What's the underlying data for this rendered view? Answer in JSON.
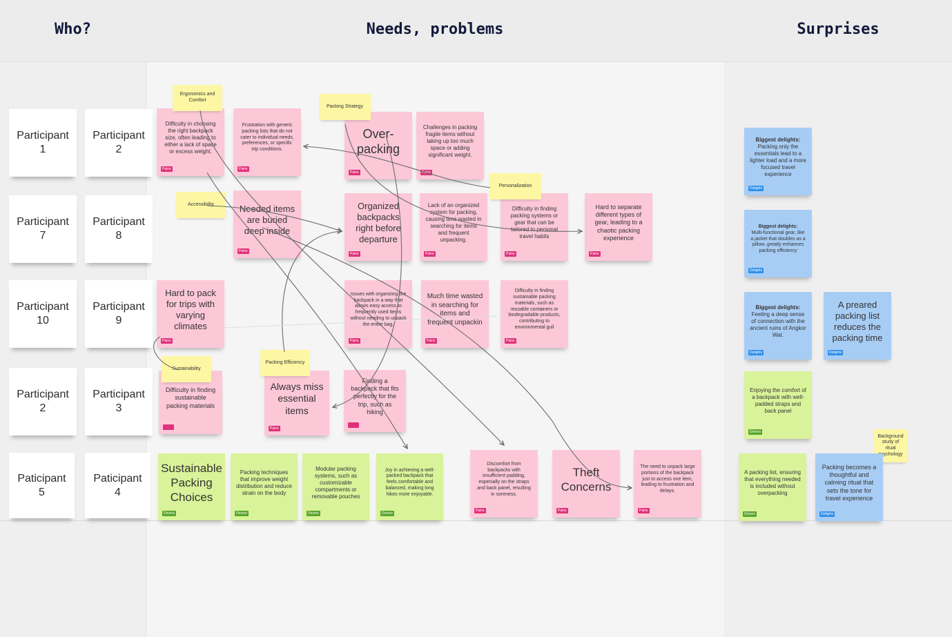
{
  "columns": {
    "who": "Who?",
    "needs": "Needs, problems",
    "surprises": "Surprises"
  },
  "colors": {
    "pink_note": "#fcc8d8",
    "green_note": "#d9f39a",
    "blue_note": "#a8cdf5",
    "yellow_label": "#fdf7a4",
    "pains_tag": "#e0317a",
    "drivers_tag": "#59a52c",
    "delights_tag": "#2f8fe8"
  },
  "tags": {
    "pains": "Pains",
    "drivers": "Drivers",
    "delights": "Delights"
  },
  "participants": [
    "Participant 1",
    "Participant 2",
    "Participant 7",
    "Participant 8",
    "Participant 10",
    "Participant 9",
    "Participant 2",
    "Participant 3",
    "Paticipant 5",
    "Paticipant 4"
  ],
  "labels": {
    "ergonomics": "Ergonomics and Comfort",
    "packing_strategy": "Packing Strategy",
    "personalization": "Personalization",
    "accessibility": "Accessibility",
    "packing_efficiency": "Packing Efficiency",
    "sustainability": "Sustainability",
    "ritual": "Background study of ritual psychology"
  },
  "needs": {
    "n1": "Difficulty in choosing the right backpack size, often leading to either a lack of space or excess weight.",
    "n2": "Frustration with generic packing lists that do not cater to individual needs, preferences, or specific trip conditions.",
    "n3": "Over-packing",
    "n4": "Challenges in packing fragile items without taking up too much space or adding significant weight.",
    "n5": "Needed items are buried deep inside",
    "n6": "Organized backpacks right before departure",
    "n7": "Lack of an organized system for packing, causing time wasted in searching for items and frequent unpacking.",
    "n8": "Difficulty in finding packing systems or gear that can be tailored to personal travel habits",
    "n9": "Hard to separate different types of gear, leading to a chaotic packing experience",
    "n10": "Hard to pack for trips with varying climates",
    "n11": "Issues with organizing the backpack in a way that allows easy access to frequently used items without needing to unpack the entire bag.",
    "n12": "Much time wasted in searching for items and frequent unpackin",
    "n13": "Difficulty in finding sustainable packing materials, such as reusable containers or biodegradable products, contributing to environmental guil",
    "n14": "Difficulty in finding sustainable packing materials",
    "n15": "Always miss essential items",
    "n16": "Finding a backpack that fits perfectly for the trip, such as hiking",
    "n17": "Discomfort from backpacks with insufficient padding, especially on the straps and back panel, resulting in soreness.",
    "n18": "Theft Concerns",
    "n19": "The need to unpack large portions of the backpack just to access one item, leading to frustration and delays."
  },
  "drivers": {
    "d1": "Sustainable Packing Choices",
    "d2": "Packing techniques that improve weight distribution and reduce strain on the body",
    "d3": "Modular packing systems, such as customizable compartments or removable pouches",
    "d4": "Joy in achieving a well-packed backpack that feels comfortable and balanced, making long hikes more enjoyable."
  },
  "surprises": {
    "s1_title": "Biggest delights:",
    "s1": "Packing only the essentials lead to a lighter load and a more focused travel experience",
    "s2_title": "Biggest delights:",
    "s2": "Multi-functional gear, like a jacket that doubles as a pillow, greatly enhances packing efficiency",
    "s3_title": "Biggest delights:",
    "s3": "Feeling a deep sense of connection with the ancient ruins of Angkor Wat.",
    "s4": "A preared packing list reduces the packing time",
    "s5": "Enjoying the comfort of a backpack with well-padded straps and back panel",
    "s6": "A packing list, ensuring that everything needed is included without overpacking",
    "s7": "Packing becomes a thoughtful and calming ritual that sets the tone for travel experience"
  }
}
